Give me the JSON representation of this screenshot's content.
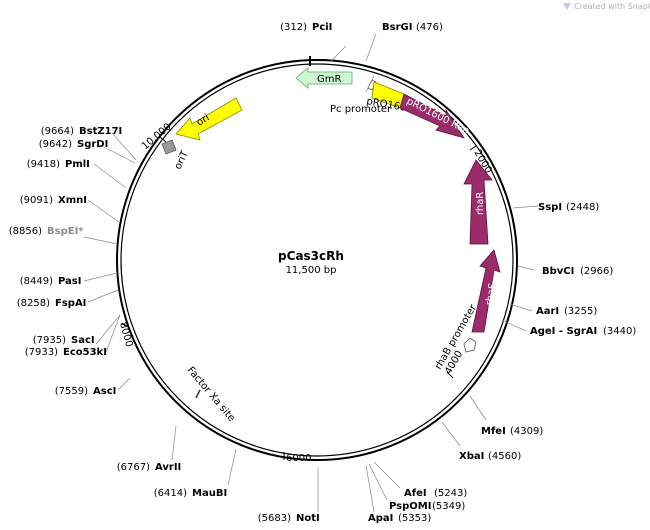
{
  "watermark": "Created with SnapGene®",
  "plasmid": {
    "name": "pCas3cRh",
    "size_label": "11,500 bp"
  },
  "position_ticks": [
    "2000",
    "4000",
    "6000",
    "8000",
    "10,000"
  ],
  "sites": [
    {
      "enzyme": "PciI",
      "position": "(312)"
    },
    {
      "enzyme": "BsrGI",
      "position": "(476)"
    },
    {
      "enzyme": "SspI",
      "position": "(2448)"
    },
    {
      "enzyme": "BbvCI",
      "position": "(2966)"
    },
    {
      "enzyme": "AarI",
      "position": "(3255)"
    },
    {
      "enzyme": "AgeI - SgrAI",
      "position": "(3440)"
    },
    {
      "enzyme": "MfeI",
      "position": "(4309)"
    },
    {
      "enzyme": "XbaI",
      "position": "(4560)"
    },
    {
      "enzyme": "AfeI",
      "position": "(5243)"
    },
    {
      "enzyme": "PspOMI",
      "position": "(5349)"
    },
    {
      "enzyme": "ApaI",
      "position": "(5353)"
    },
    {
      "enzyme": "NotI",
      "position": "(5683)"
    },
    {
      "enzyme": "MauBI",
      "position": "(6414)"
    },
    {
      "enzyme": "AvrII",
      "position": "(6767)"
    },
    {
      "enzyme": "AscI",
      "position": "(7559)"
    },
    {
      "enzyme": "SacI",
      "position": "(7935)"
    },
    {
      "enzyme": "Eco53kI",
      "position": "(7933)"
    },
    {
      "enzyme": "FspAI",
      "position": "(8258)"
    },
    {
      "enzyme": "PasI",
      "position": "(8449)"
    },
    {
      "enzyme": "BspEI*",
      "position": "(8856)",
      "muted": true
    },
    {
      "enzyme": "XmnI",
      "position": "(9091)"
    },
    {
      "enzyme": "PmlI",
      "position": "(9418)"
    },
    {
      "enzyme": "SgrDI",
      "position": "(9642)"
    },
    {
      "enzyme": "BstZ17I",
      "position": "(9664)"
    }
  ],
  "features": {
    "gmr": "GmR",
    "pro1600": "pRO1600 Rep",
    "rhar": "rhaR",
    "rhas": "rhaS",
    "ori": "ori",
    "orit": "oriT",
    "pc_promoter": "Pc promoter",
    "pro1600_oriv": "pRO1600 oriV",
    "rhab_promoter": "rhaB promoter",
    "factor_xa": "Factor Xa site"
  },
  "colors": {
    "backbone": "#000000",
    "gmr": "#cef6d2",
    "pro1600_rep": "#9c2b6a",
    "rha": "#9c2b6a",
    "ori": "#ffff00",
    "orit": "#999999",
    "pro1600_oriv": "#ffff00"
  }
}
